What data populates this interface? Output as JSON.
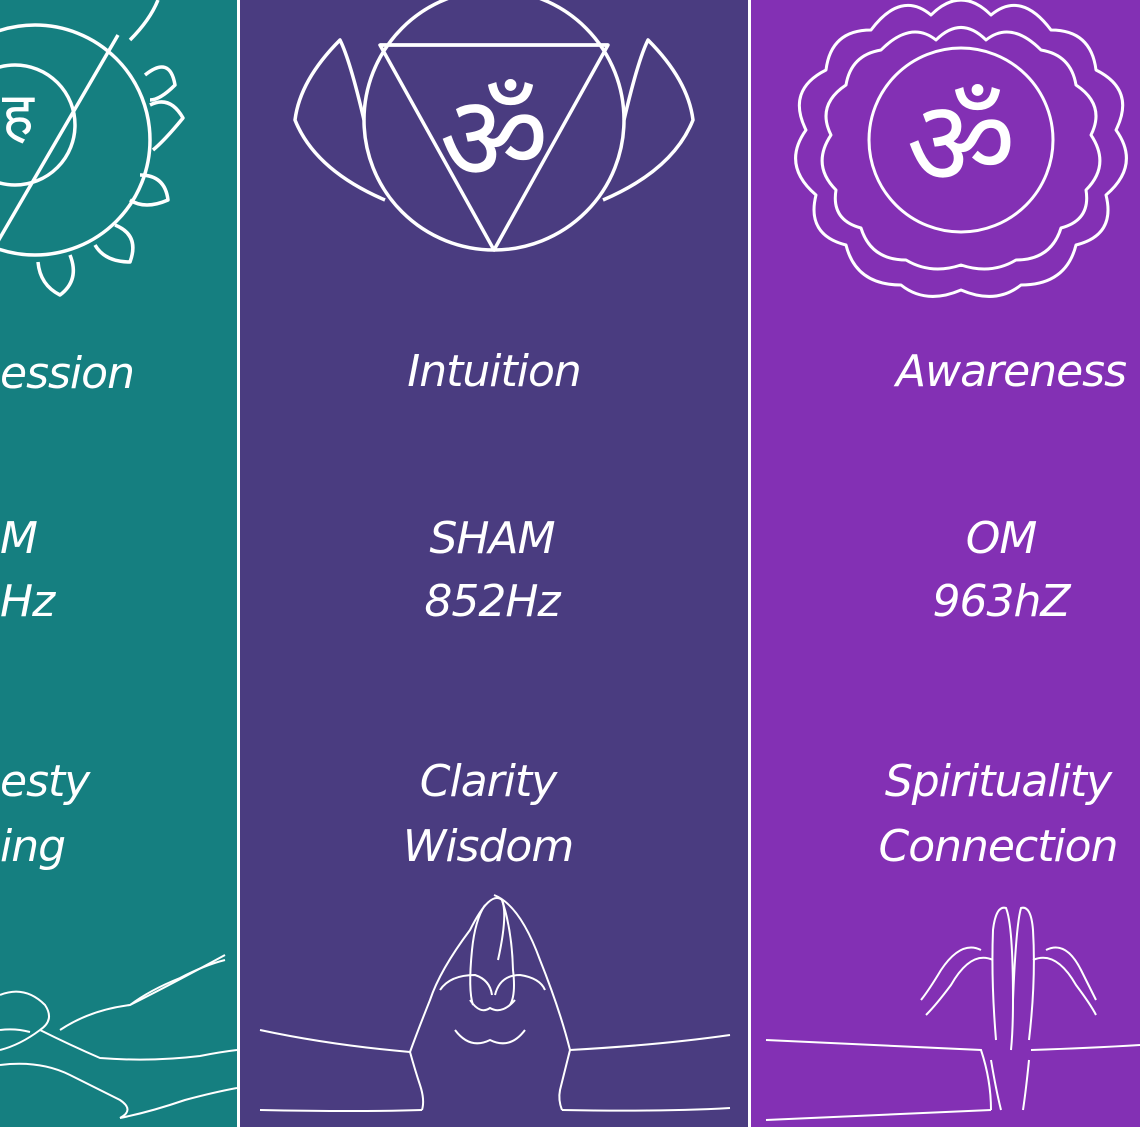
{
  "colors": {
    "throat": "#157f80",
    "third_eye": "#4a3c80",
    "crown": "#8330b4",
    "line": "#ffffff",
    "divider": "#ffffff"
  },
  "panels": [
    {
      "id": "throat",
      "quality": "ession",
      "mantra": "M",
      "frequency": "Hz",
      "attribute_1": "esty",
      "attribute_2": "ing",
      "icon": "throat-chakra-lotus-icon",
      "mudra_icon": "open-hand-mudra-icon"
    },
    {
      "id": "third-eye",
      "quality": "Intuition",
      "mantra": "SHAM",
      "frequency": "852Hz",
      "attribute_1": "Clarity",
      "attribute_2": "Wisdom",
      "icon": "third-eye-chakra-icon",
      "seed_glyph": "ॐ",
      "mudra_icon": "steeple-hands-mudra-icon"
    },
    {
      "id": "crown",
      "quality": "Awareness",
      "mantra": "OM",
      "frequency": "963hZ",
      "attribute_1": "Spirituality",
      "attribute_2": "Connection",
      "icon": "crown-chakra-lotus-icon",
      "seed_glyph": "ॐ",
      "mudra_icon": "prayer-hands-mudra-icon"
    }
  ]
}
